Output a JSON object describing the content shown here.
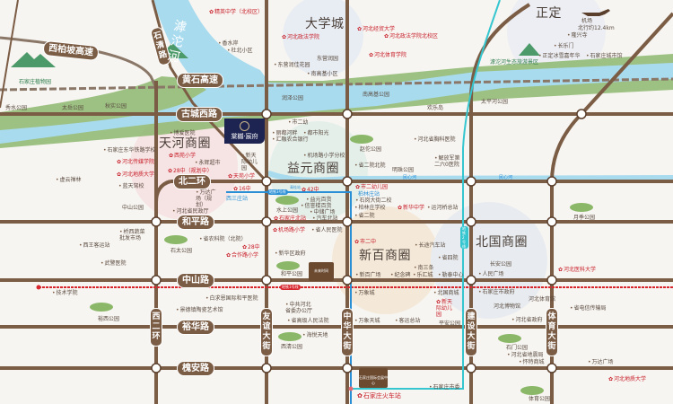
{
  "colors": {
    "road": "#7b5c45",
    "river": "#a9dbef",
    "greenbelt": "#8db770",
    "metro1": "#d7262e",
    "metro2": "#35c6d0",
    "metro3": "#2b8fd6",
    "project": "#1e2452"
  },
  "project": {
    "name": "棠樾·宸府"
  },
  "districts": {
    "university_town": "大学城",
    "zhengding": "正定",
    "tianhe": "天河商圈",
    "yiyuan": "益元商圈",
    "xinbai": "新百商圈",
    "beiguo": "北国商圈"
  },
  "roads": {
    "xibaipo": "西柏坡高速",
    "shiqing": "石清路",
    "huangshi": "黄石高速",
    "guchengxi": "古城西路",
    "beierhuan": "北二环",
    "heping": "和平路",
    "zhongshan": "中山路",
    "yuhua": "裕华路",
    "huaian": "槐安路",
    "xierhuan": "西二环",
    "youyi": "友谊大街",
    "zhonghua": "中华大街",
    "jianshe": "建设大街",
    "tiyu": "体育大街"
  },
  "river": {
    "hutuo": "滹沱河",
    "minxin": "民心河"
  },
  "metro": {
    "line1": "地铁1号线",
    "line2": "地铁2号线",
    "line3": "地铁3号线",
    "qinggui": "青桂站"
  },
  "airport": {
    "label": "机场",
    "distance": "北行约12.4km",
    "icon": "airplane-icon"
  },
  "boxes": {
    "future": "未来时间",
    "expo": "石家庄国际会展中心"
  },
  "pois": [
    "精英中学（北校区）",
    "香水岸",
    "杜北小区",
    "河北政法学院",
    "东营润园",
    "东营润佳花园",
    "南高基小区",
    "润泽公园",
    "石家庄植物园",
    "秀水公园",
    "太岳公园",
    "秋实公园",
    "博爱医院",
    "石家庄东华铁路学校",
    "河北传媒学院",
    "河北地质大学",
    "蓝天驾校",
    "虚云禅林",
    "西苑小学",
    "永辉超市",
    "28中（规划中）",
    "市二幼",
    "丽都河畔",
    "都市阳光",
    "汇融农合银行",
    "新天际幼儿园",
    "机场路小学分校",
    "天苑小学",
    "16中",
    "西三庄站",
    "万达广场（规划）",
    "42中",
    "益元百货",
    "信誉楼百货",
    "中储广场",
    "水上公园",
    "石家庄北站",
    "汽车北站",
    "中山公园",
    "河北省民政厅",
    "河北经贸大学",
    "河北政法学院北校区",
    "河北体育学院",
    "南高基公园",
    "欢乐岛",
    "太平河公园",
    "滹沱河生态旅游景区",
    "隆兴寺",
    "长乐门",
    "正定冰雪嘉年华",
    "石家庄城市馆",
    "赵佗公园",
    "河北省胸科医院",
    "解放军第二六0医院",
    "省二院北院",
    "明珠公园",
    "市二幼儿园",
    "柏林庄站",
    "石岗大街二校",
    "桥西蔬菜批发市场",
    "西王客运站",
    "武警医院",
    "石太公园",
    "省农科院（北院）",
    "28中",
    "合作路小学",
    "新华区政府",
    "和平公园",
    "机场路小学",
    "省人民医院",
    "技术学院",
    "裕西公园",
    "白求恩国际和平医院",
    "景德镇陶瓷艺术馆",
    "中共河北省委办公厅",
    "省高级人民法院",
    "海悦天地",
    "西清公园",
    "柏林庄学校",
    "省二院",
    "新华中学",
    "运河桥总站",
    "市二中",
    "长途汽车站",
    "省四院",
    "南三条",
    "新百广场",
    "纪念碑",
    "乐汇城",
    "勒泰中心",
    "万象城",
    "北国商城",
    "新天际幼儿园",
    "平安公园",
    "万象天城",
    "客运总站",
    "石家庄火车站",
    "石家庄市委",
    "长安公园",
    "人民广场",
    "石家庄市政府",
    "河北博物馆",
    "河北体育馆",
    "省电信传输局",
    "河北省政府",
    "石门公园",
    "河北省地震局",
    "怀特商城",
    "万达广场",
    "河北医科大学",
    "河北地质大学",
    "体育公园",
    "月季公园"
  ]
}
